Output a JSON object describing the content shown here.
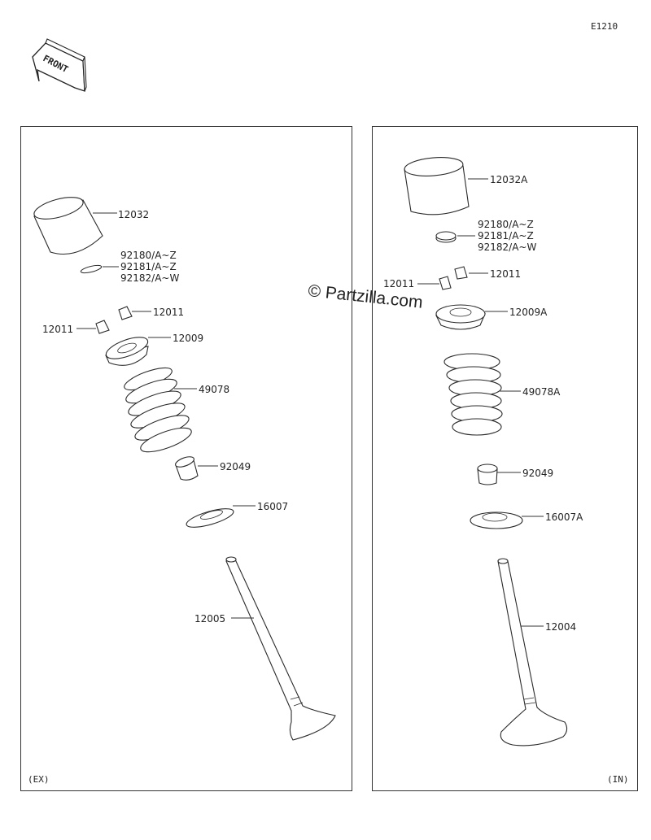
{
  "diagram_code": "E1210",
  "front_label": "FRONT",
  "watermark": "© Partzilla.com",
  "exhaust": {
    "section_label": "(EX)",
    "parts": {
      "lifter": "12032",
      "shim_1": "92180/A~Z",
      "shim_2": "92181/A~Z",
      "shim_3": "92182/A~W",
      "cotter_right": "12011",
      "cotter_left": "12011",
      "retainer": "12009",
      "spring": "49078",
      "seal": "92049",
      "spring_seat": "16007",
      "valve": "12005"
    }
  },
  "intake": {
    "section_label": "(IN)",
    "parts": {
      "lifter": "12032A",
      "shim_1": "92180/A~Z",
      "shim_2": "92181/A~Z",
      "shim_3": "92182/A~W",
      "cotter_left": "12011",
      "cotter_right": "12011",
      "retainer": "12009A",
      "spring": "49078A",
      "seal": "92049",
      "spring_seat": "16007A",
      "valve": "12004"
    }
  }
}
